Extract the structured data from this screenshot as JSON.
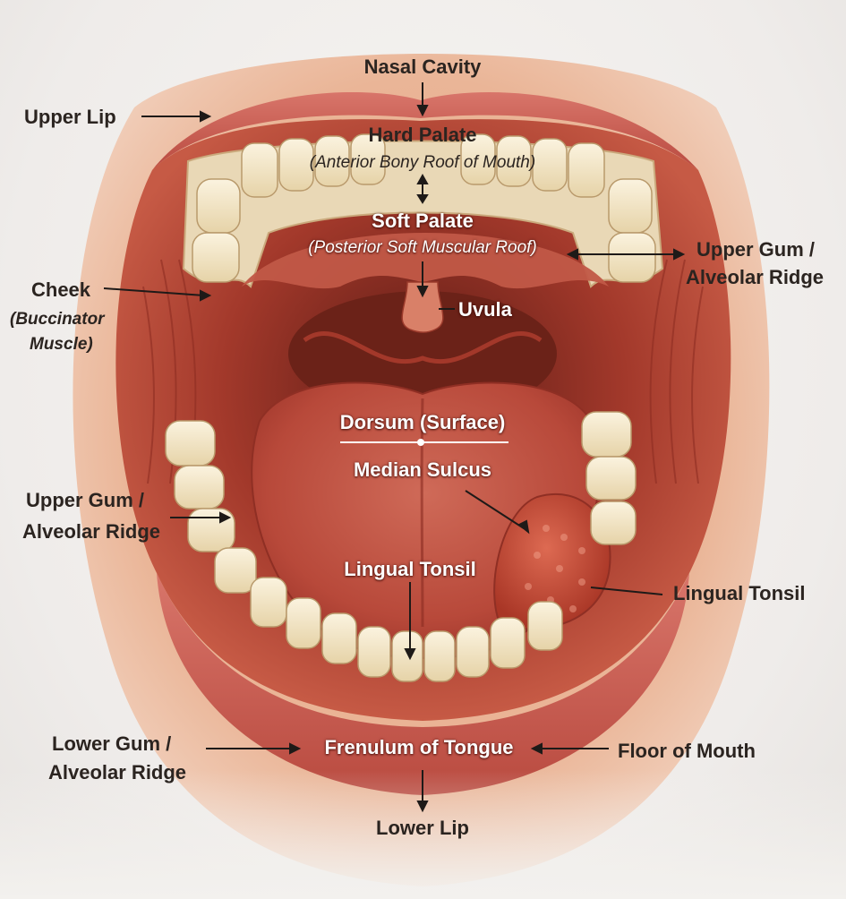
{
  "labels": {
    "nasal_cavity": "Nasal Cavity",
    "upper_lip": "Upper Lip",
    "hard_palate": "Hard Palate",
    "hard_palate_sub": "(Anterior Bony Roof of Mouth)",
    "soft_palate": "Soft Palate",
    "soft_palate_sub": "(Posterior Soft Muscular Roof)",
    "upper_gum_right_1": "Upper Gum /",
    "upper_gum_right_2": "Alveolar Ridge",
    "cheek": "Cheek",
    "cheek_sub_1": "(Buccinator",
    "cheek_sub_2": "Muscle)",
    "uvula": "Uvula",
    "dorsum": "Dorsum (Surface)",
    "median_sulcus": "Median Sulcus",
    "upper_gum_left_1": "Upper Gum /",
    "upper_gum_left_2": "Alveolar Ridge",
    "lingual_tonsil_center": "Lingual Tonsil",
    "lingual_tonsil_right": "Lingual Tonsil",
    "lower_gum_1": "Lower Gum /",
    "lower_gum_2": "Alveolar Ridge",
    "frenulum": "Frenulum of Tongue",
    "floor_of_mouth": "Floor of Mouth",
    "lower_lip": "Lower Lip"
  }
}
